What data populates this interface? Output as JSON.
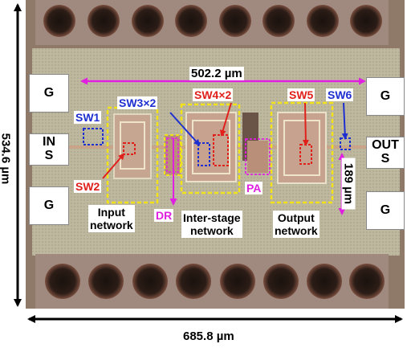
{
  "dimensions": {
    "top_width": "502.2 µm",
    "bottom_width": "685.8 µm",
    "left_height": "534.6 µm",
    "right_height": "189 µm"
  },
  "pads": {
    "g_top_left": "G",
    "in_line1": "IN",
    "in_line2": "S",
    "g_bottom_left": "G",
    "g_top_right": "G",
    "out_line1": "OUT",
    "out_line2": "S",
    "g_bottom_right": "G"
  },
  "switches": {
    "sw1": "SW1",
    "sw2": "SW2",
    "sw3": "SW3×2",
    "sw4": "SW4×2",
    "sw5": "SW5",
    "sw6": "SW6"
  },
  "blocks": {
    "dr": "DR",
    "pa": "PA"
  },
  "networks": {
    "input_line1": "Input",
    "input_line2": "network",
    "interstage_line1": "Inter-stage",
    "interstage_line2": "network",
    "output_line1": "Output",
    "output_line2": "network"
  },
  "colors": {
    "blue": "#1d2fd0",
    "red": "#e0201a",
    "magenta": "#e020e0",
    "yellow": "#f2e21a"
  }
}
